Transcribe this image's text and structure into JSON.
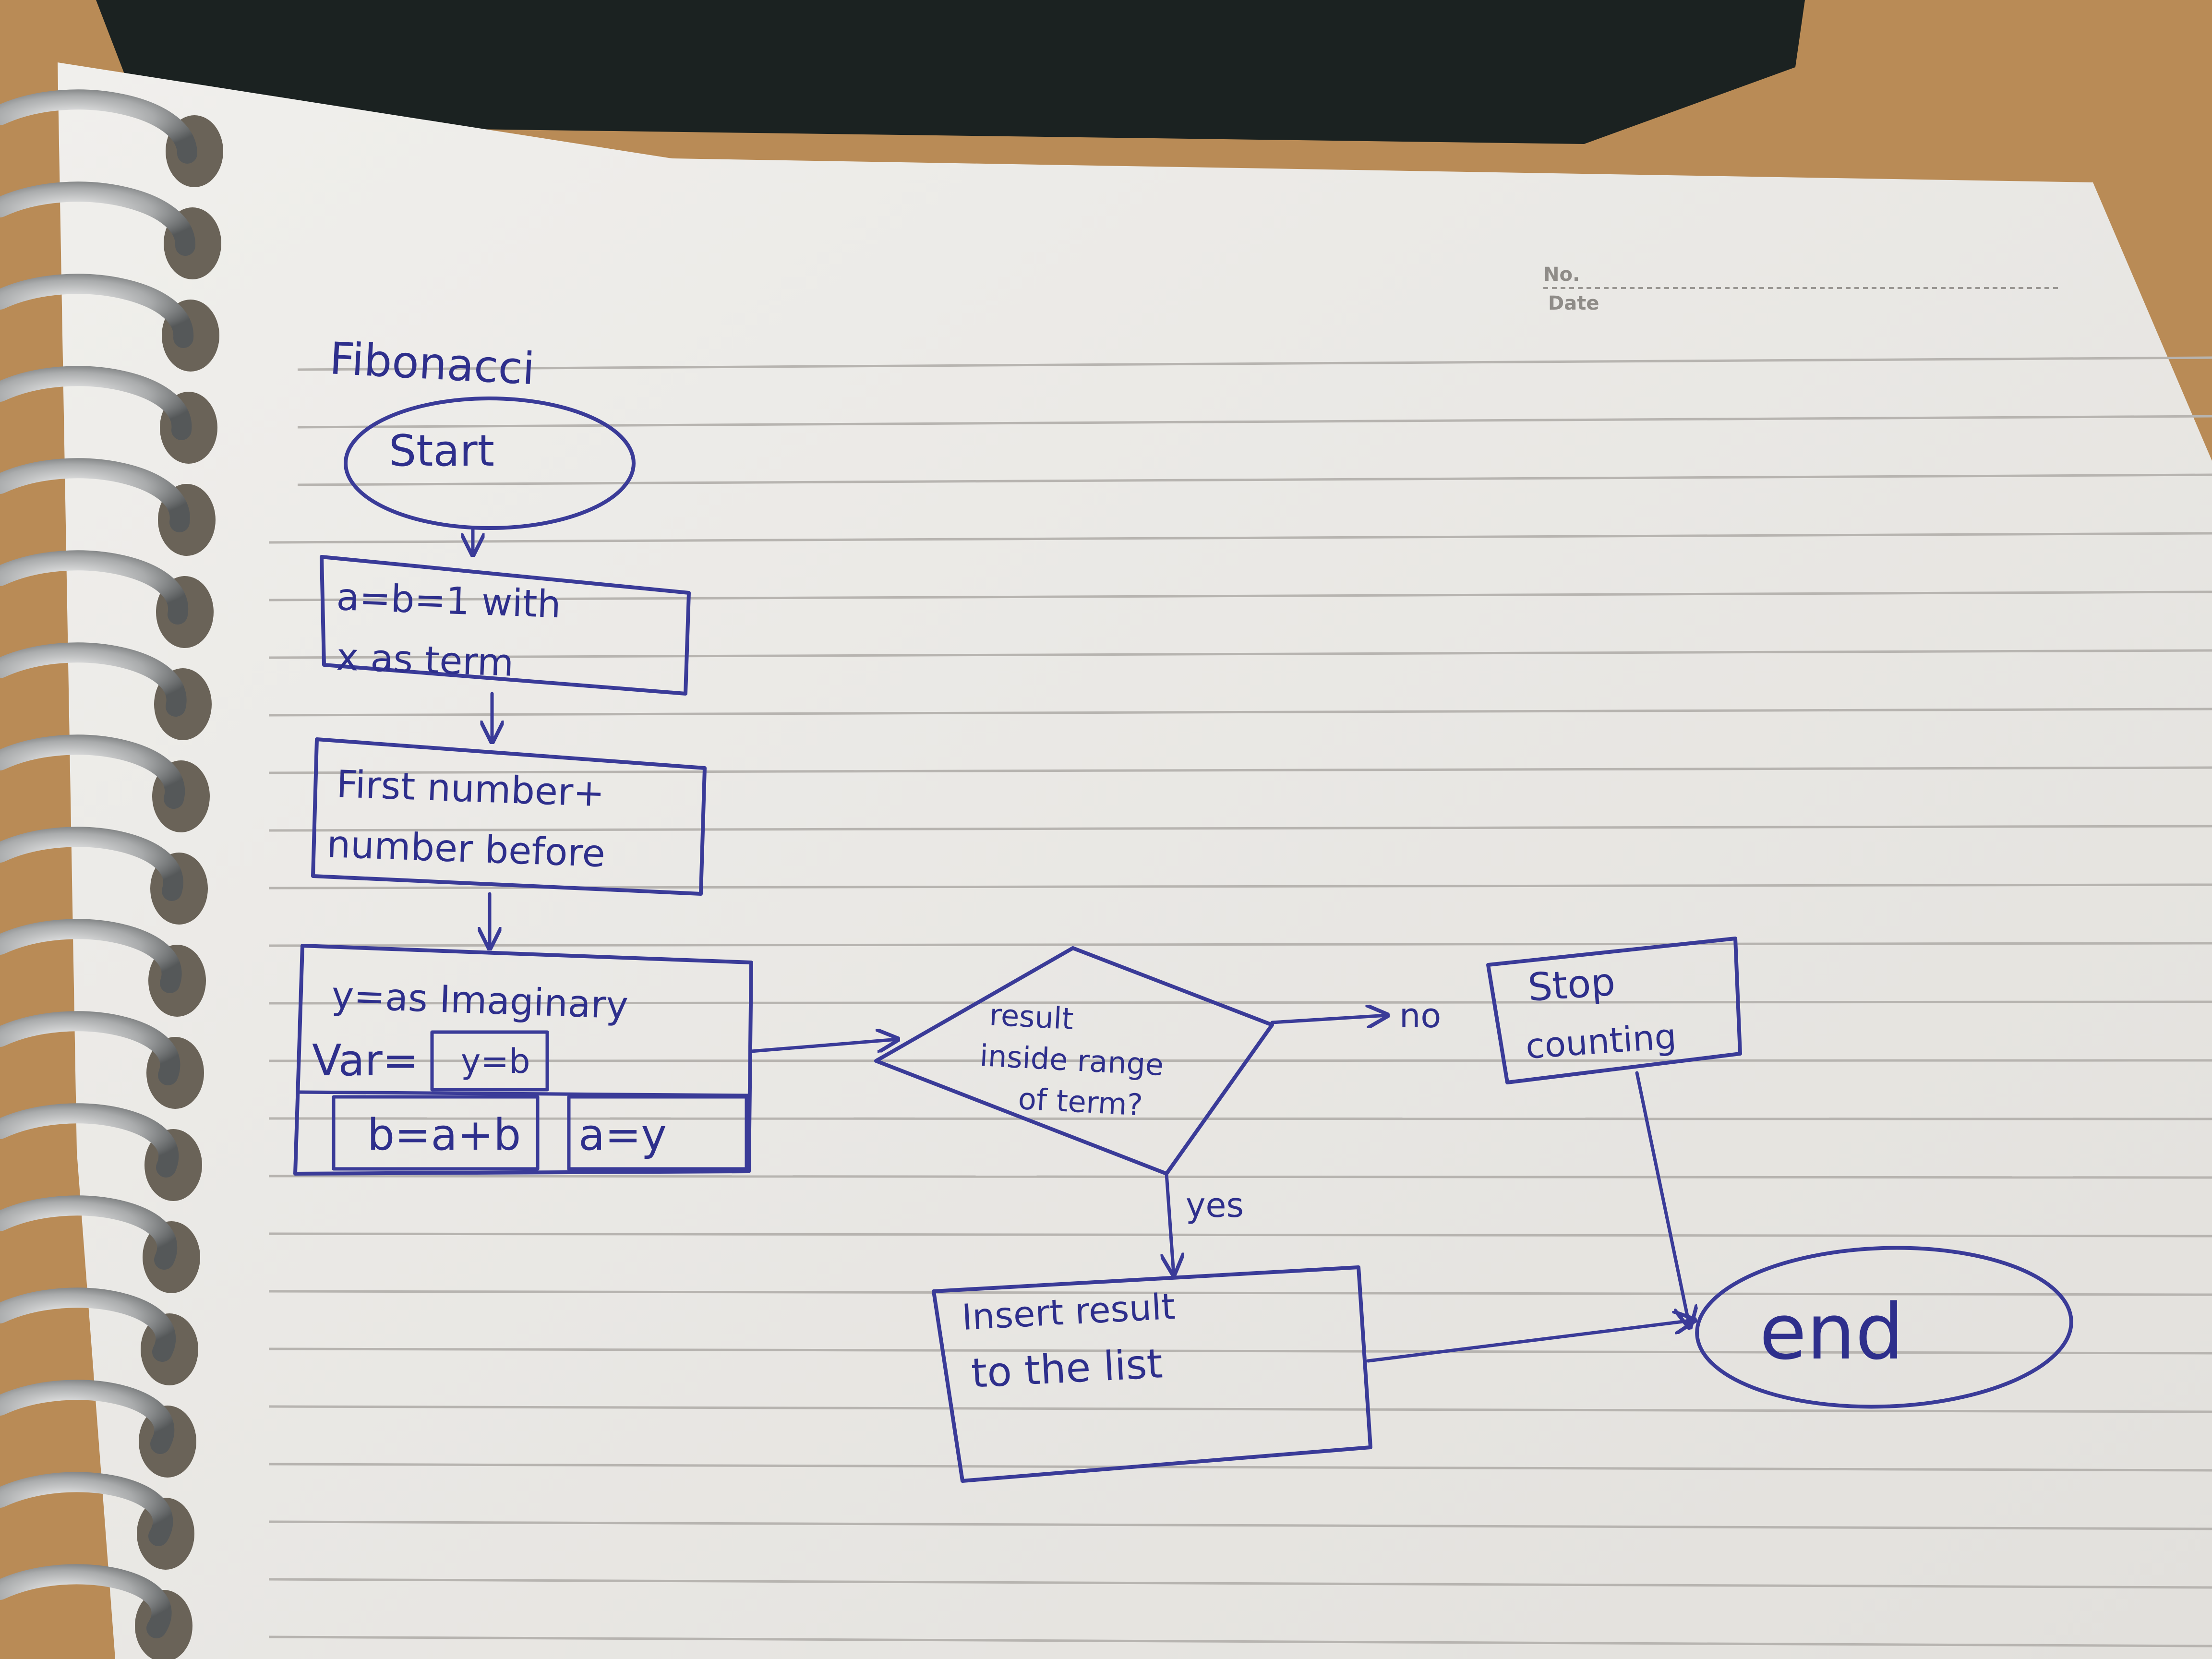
{
  "page_header": {
    "no_label": "No.",
    "date_label": "Date"
  },
  "title": "Fibonacci",
  "nodes": {
    "start": "Start",
    "init_line1": "a=b=1  with",
    "init_line2": "x as  term",
    "sum_line1": "First number+",
    "sum_line2": "number before",
    "loop_line1": "y=as  Imaginary",
    "loop_var_label": "Var=",
    "loop_var_value": "y=b",
    "loop_b_assign": "b=a+b",
    "loop_a_assign": "a=y",
    "decision_line1": "result",
    "decision_line2": "inside range",
    "decision_line3": "of term?",
    "stop_line1": "Stop",
    "stop_line2": "counting",
    "insert_line1": "Insert result",
    "insert_line2": "to the list",
    "end": "end"
  },
  "edges": {
    "no_label": "no",
    "yes_label": "yes"
  },
  "colors": {
    "ink": "#2e2f8c",
    "paper": "#ecebe8",
    "ruling": "#b9b6b2",
    "binder": "#1c2322",
    "desk": "#b88a55"
  }
}
